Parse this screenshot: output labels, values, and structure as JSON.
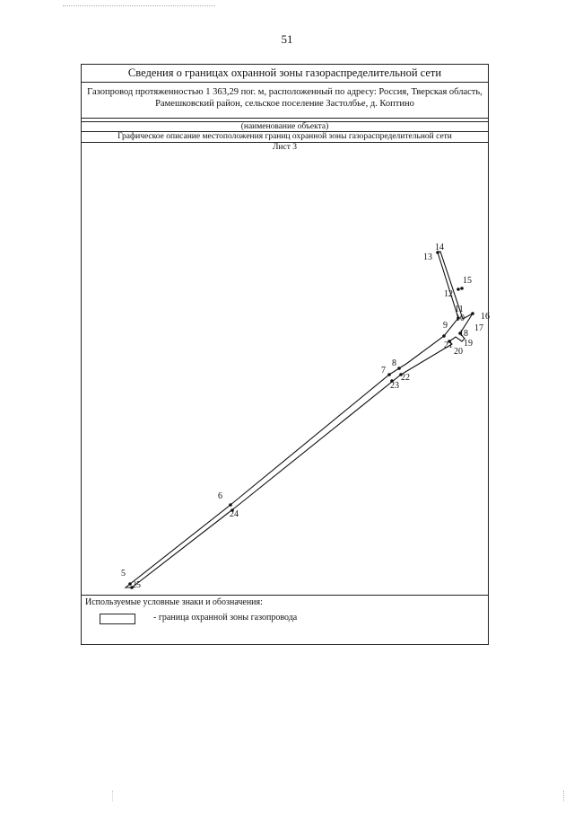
{
  "page_number": "51",
  "document": {
    "title": "Сведения о границах охранной зоны газораспределительной сети",
    "object_description_line1": "Газопровод протяженностью 1 363,29 пог. м, расположенный по адресу: Россия, Тверская область,",
    "object_description_line2": "Рамешковский район, сельское поселение Застолбье, д. Коптино",
    "object_name_caption": "(наименование объекта)",
    "graphic_section_title": "Графическое описание местоположения границ охранной зоны газораспределительной сети",
    "sheet_label": "Лист 3"
  },
  "plan": {
    "points": [
      "5",
      "6",
      "7",
      "8",
      "9",
      "10",
      "11",
      "12",
      "13",
      "14",
      "15",
      "16",
      "17",
      "18",
      "19",
      "20",
      "21",
      "22",
      "23",
      "24",
      "25"
    ]
  },
  "legend": {
    "title": "Используемые условные знаки и обозначения:",
    "item_label": "-  граница охранной зоны газопровода"
  }
}
